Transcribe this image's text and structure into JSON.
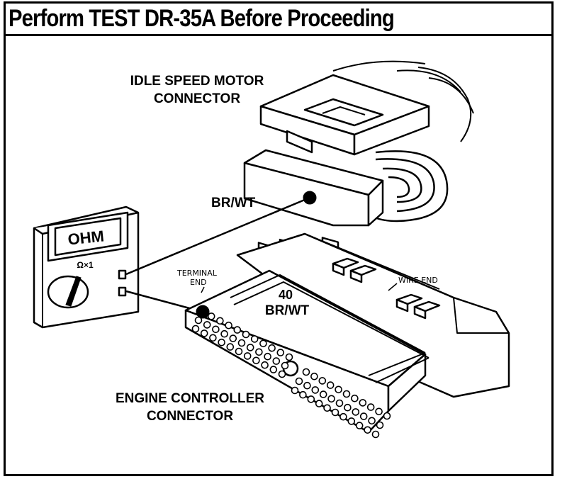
{
  "title": "Perform TEST DR-35A Before Proceeding",
  "labels": {
    "idle_motor_line1": "IDLE SPEED MOTOR",
    "idle_motor_line2": "CONNECTOR",
    "wire_color_top": "BR/WT",
    "meter_display": "OHM",
    "meter_range": "Ω×1",
    "terminal_end_line1": "TERMINAL",
    "terminal_end_line2": "END",
    "wire_end": "WIRE END",
    "pin_number": "40",
    "pin_color": "BR/WT",
    "engine_line1": "ENGINE CONTROLLER",
    "engine_line2": "CONNECTOR"
  },
  "icons": [
    "ohmmeter-icon",
    "idle-speed-motor-connector-icon",
    "engine-controller-connector-icon"
  ],
  "colors": {
    "ink": "#000000",
    "paper": "#ffffff"
  }
}
